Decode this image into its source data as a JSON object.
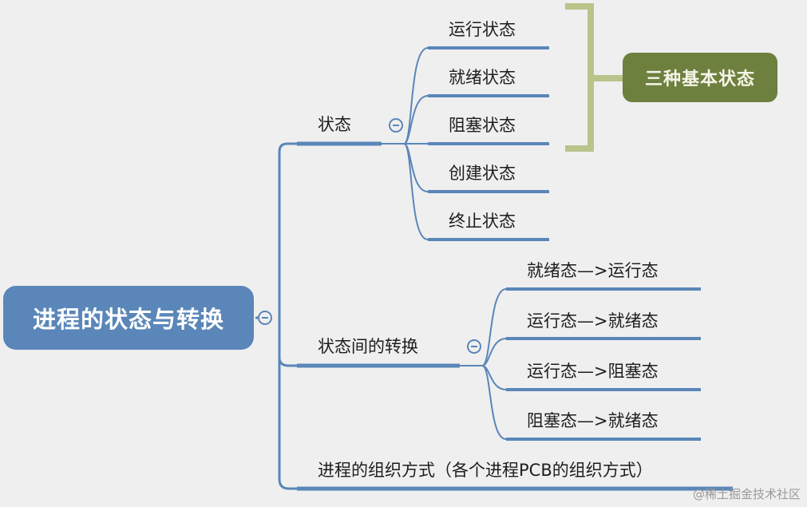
{
  "root": {
    "label": "进程的状态与转换"
  },
  "branches": {
    "states": {
      "label": "状态",
      "children": [
        "运行状态",
        "就绪状态",
        "阻塞状态",
        "创建状态",
        "终止状态"
      ]
    },
    "transitions": {
      "label": "状态间的转换",
      "children": [
        "就绪态—>运行态",
        "运行态—>就绪态",
        "运行态—>阻塞态",
        "阻塞态—>就绪态"
      ]
    },
    "organization": {
      "label": "进程的组织方式（各个进程PCB的组织方式）"
    }
  },
  "summary": {
    "label": "三种基本状态"
  },
  "watermark": "@稀土掘金技术社区",
  "colors": {
    "branch": "#5a86b9",
    "summary_bracket": "#b8c48a",
    "summary_fill": "#6e803e"
  }
}
